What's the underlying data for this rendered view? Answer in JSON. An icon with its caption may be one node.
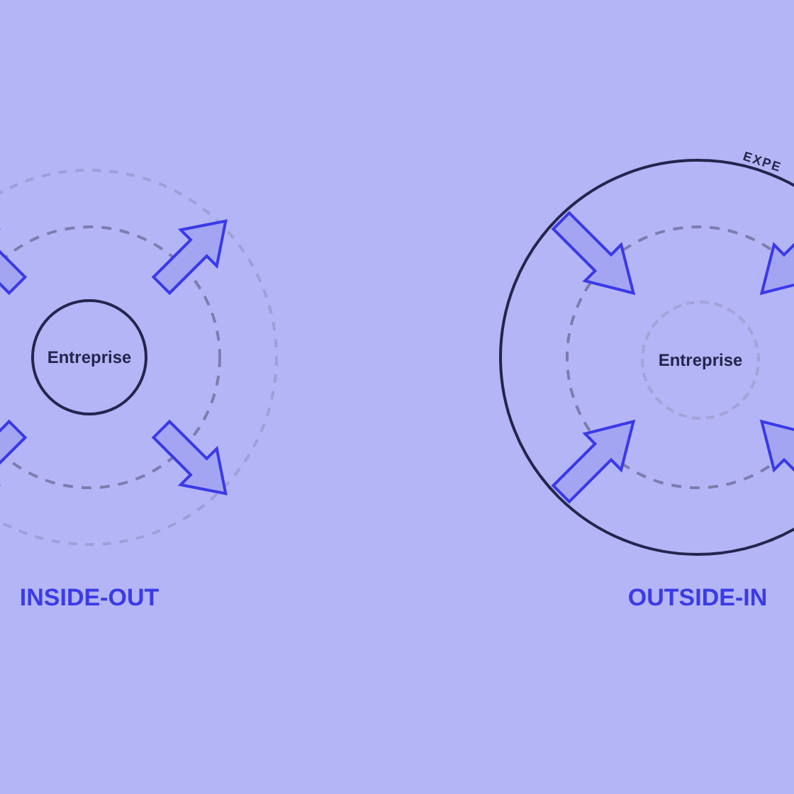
{
  "diagram": {
    "nodes": [
      {
        "text": [
          "Entreprise"
        ]
      },
      {
        "text": [
          "EXPE"
        ]
      },
      {
        "text": [
          "Entreprise"
        ],
        "in": 1
      }
    ],
    "labels": [
      "INSIDE-OUT",
      "OUTSIDE-IN"
    ]
  }
}
